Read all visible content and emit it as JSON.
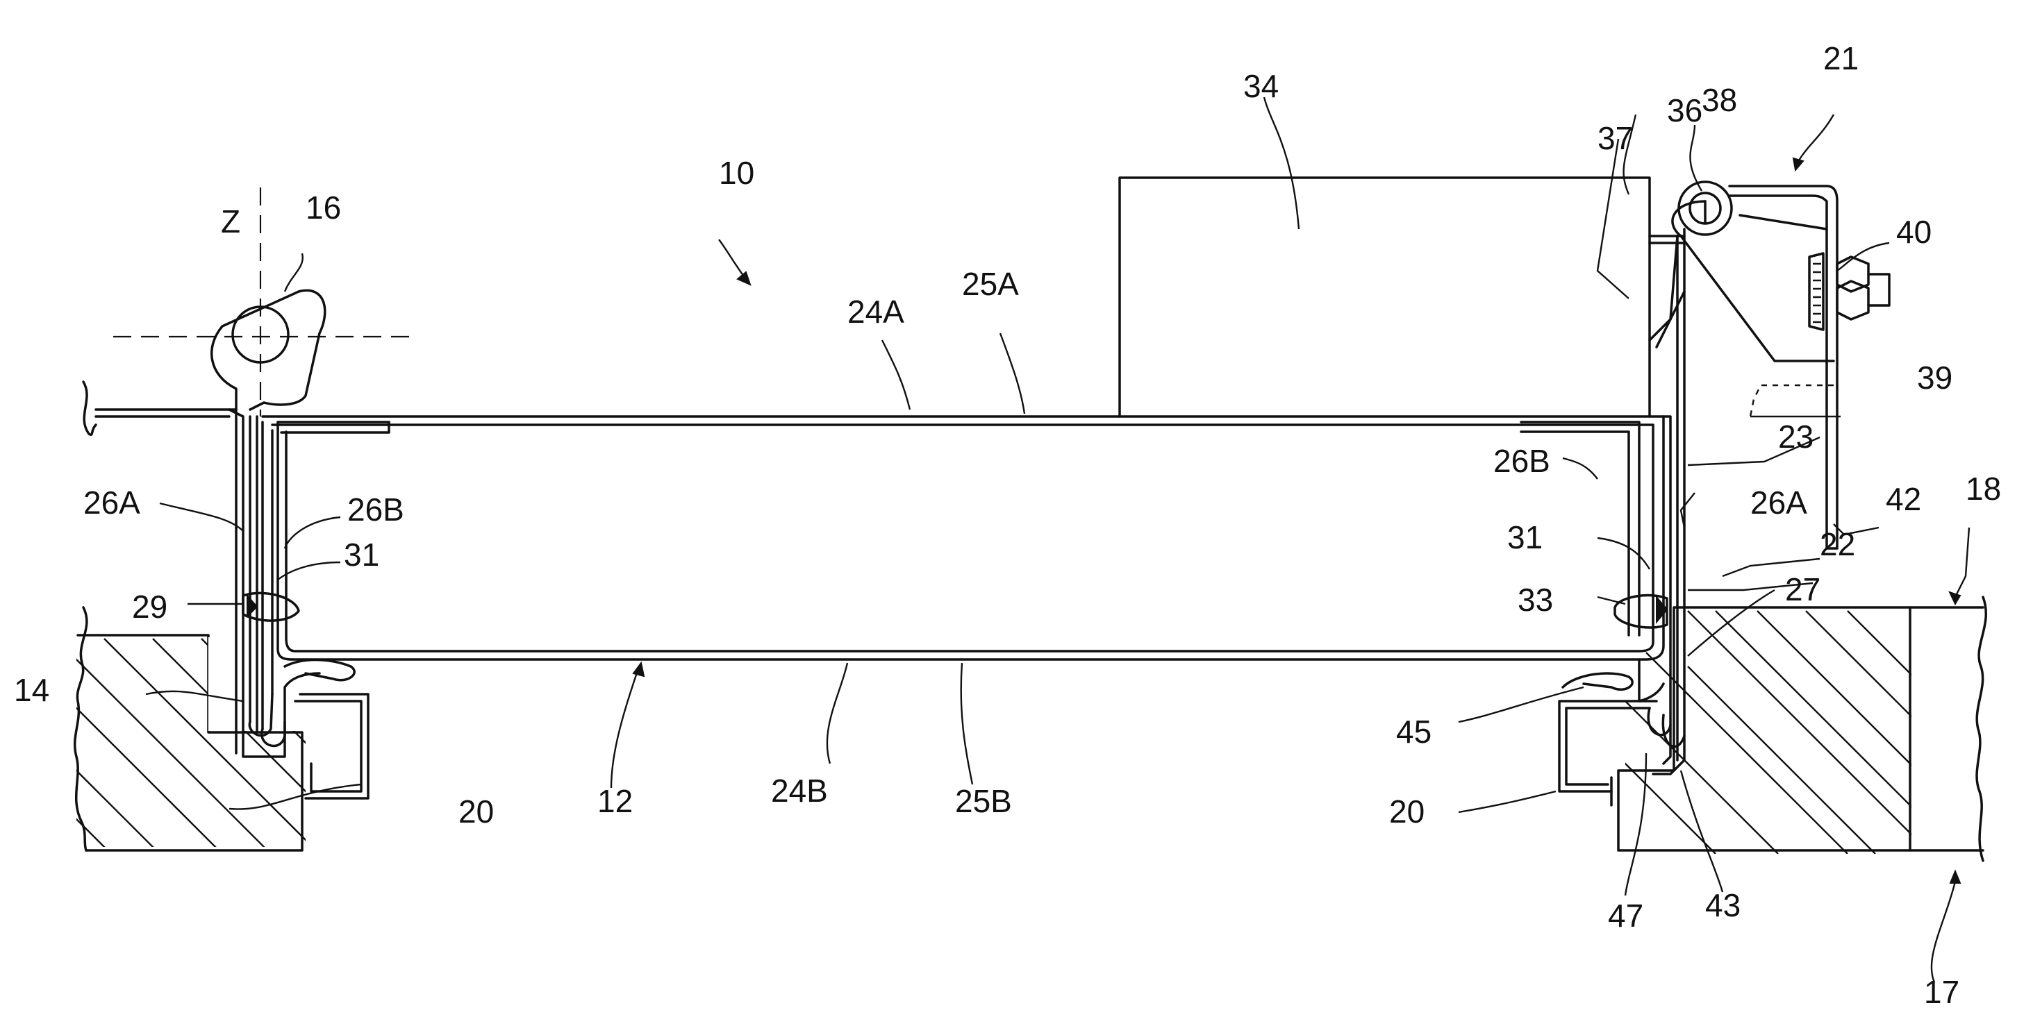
{
  "figure": {
    "labels": {
      "l10": "10",
      "l12": "12",
      "l14": "14",
      "l16": "16",
      "l17": "17",
      "l18": "18",
      "l20a": "20",
      "l20b": "20",
      "l21": "21",
      "l22": "22",
      "l23": "23",
      "l24A": "24A",
      "l24B": "24B",
      "l25A": "25A",
      "l25B": "25B",
      "l26A_left": "26A",
      "l26A_right": "26A",
      "l26B_left": "26B",
      "l26B_right": "26B",
      "l27": "27",
      "l29": "29",
      "l31_left": "31",
      "l31_right": "31",
      "l33": "33",
      "l34": "34",
      "l36": "36",
      "l37": "37",
      "l38": "38",
      "l39": "39",
      "l40": "40",
      "l42": "42",
      "l43": "43",
      "l45": "45",
      "l47": "47",
      "lZ": "Z"
    }
  }
}
